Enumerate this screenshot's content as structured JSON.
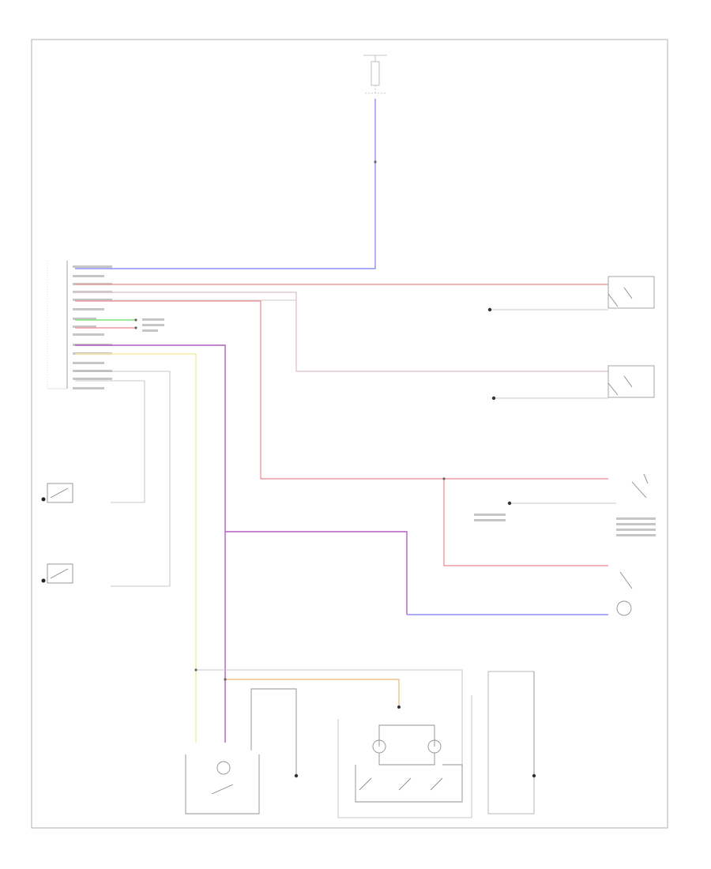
{
  "diagram": {
    "footer_code": "",
    "colors": {
      "blue": "#8f8ff5",
      "red": "#f09aa0",
      "green": "#7be07b",
      "purple": "#b25ec4",
      "yellow": "#f2ee9a",
      "orange": "#f0c48a",
      "pink": "#f5c2c6",
      "gray": "#b8b8b8"
    },
    "blocks": [
      {
        "id": "top-fuse",
        "lines": [
          "",
          "",
          "",
          ""
        ]
      },
      {
        "id": "module-left",
        "lines": [
          "",
          "",
          ""
        ]
      },
      {
        "id": "door-switch-1",
        "lines": [
          "",
          "",
          "",
          ""
        ]
      },
      {
        "id": "door-switch-2",
        "lines": [
          "",
          "",
          "",
          ""
        ]
      },
      {
        "id": "lock-motor-1",
        "lines": [
          "",
          "",
          "",
          ""
        ]
      },
      {
        "id": "lock-motor-2",
        "lines": [
          "",
          "",
          "",
          ""
        ]
      },
      {
        "id": "lamp-right",
        "lines": [
          "",
          ""
        ]
      },
      {
        "id": "ground-1",
        "lines": [
          "",
          ""
        ]
      },
      {
        "id": "ground-2",
        "lines": [
          "",
          ""
        ]
      },
      {
        "id": "ground-3",
        "lines": [
          "",
          ""
        ]
      },
      {
        "id": "bottom-left",
        "lines": [
          "",
          ""
        ]
      },
      {
        "id": "bottom-mid",
        "lines": [
          "",
          ""
        ]
      },
      {
        "id": "bottom-right",
        "lines": [
          "",
          ""
        ]
      }
    ]
  }
}
